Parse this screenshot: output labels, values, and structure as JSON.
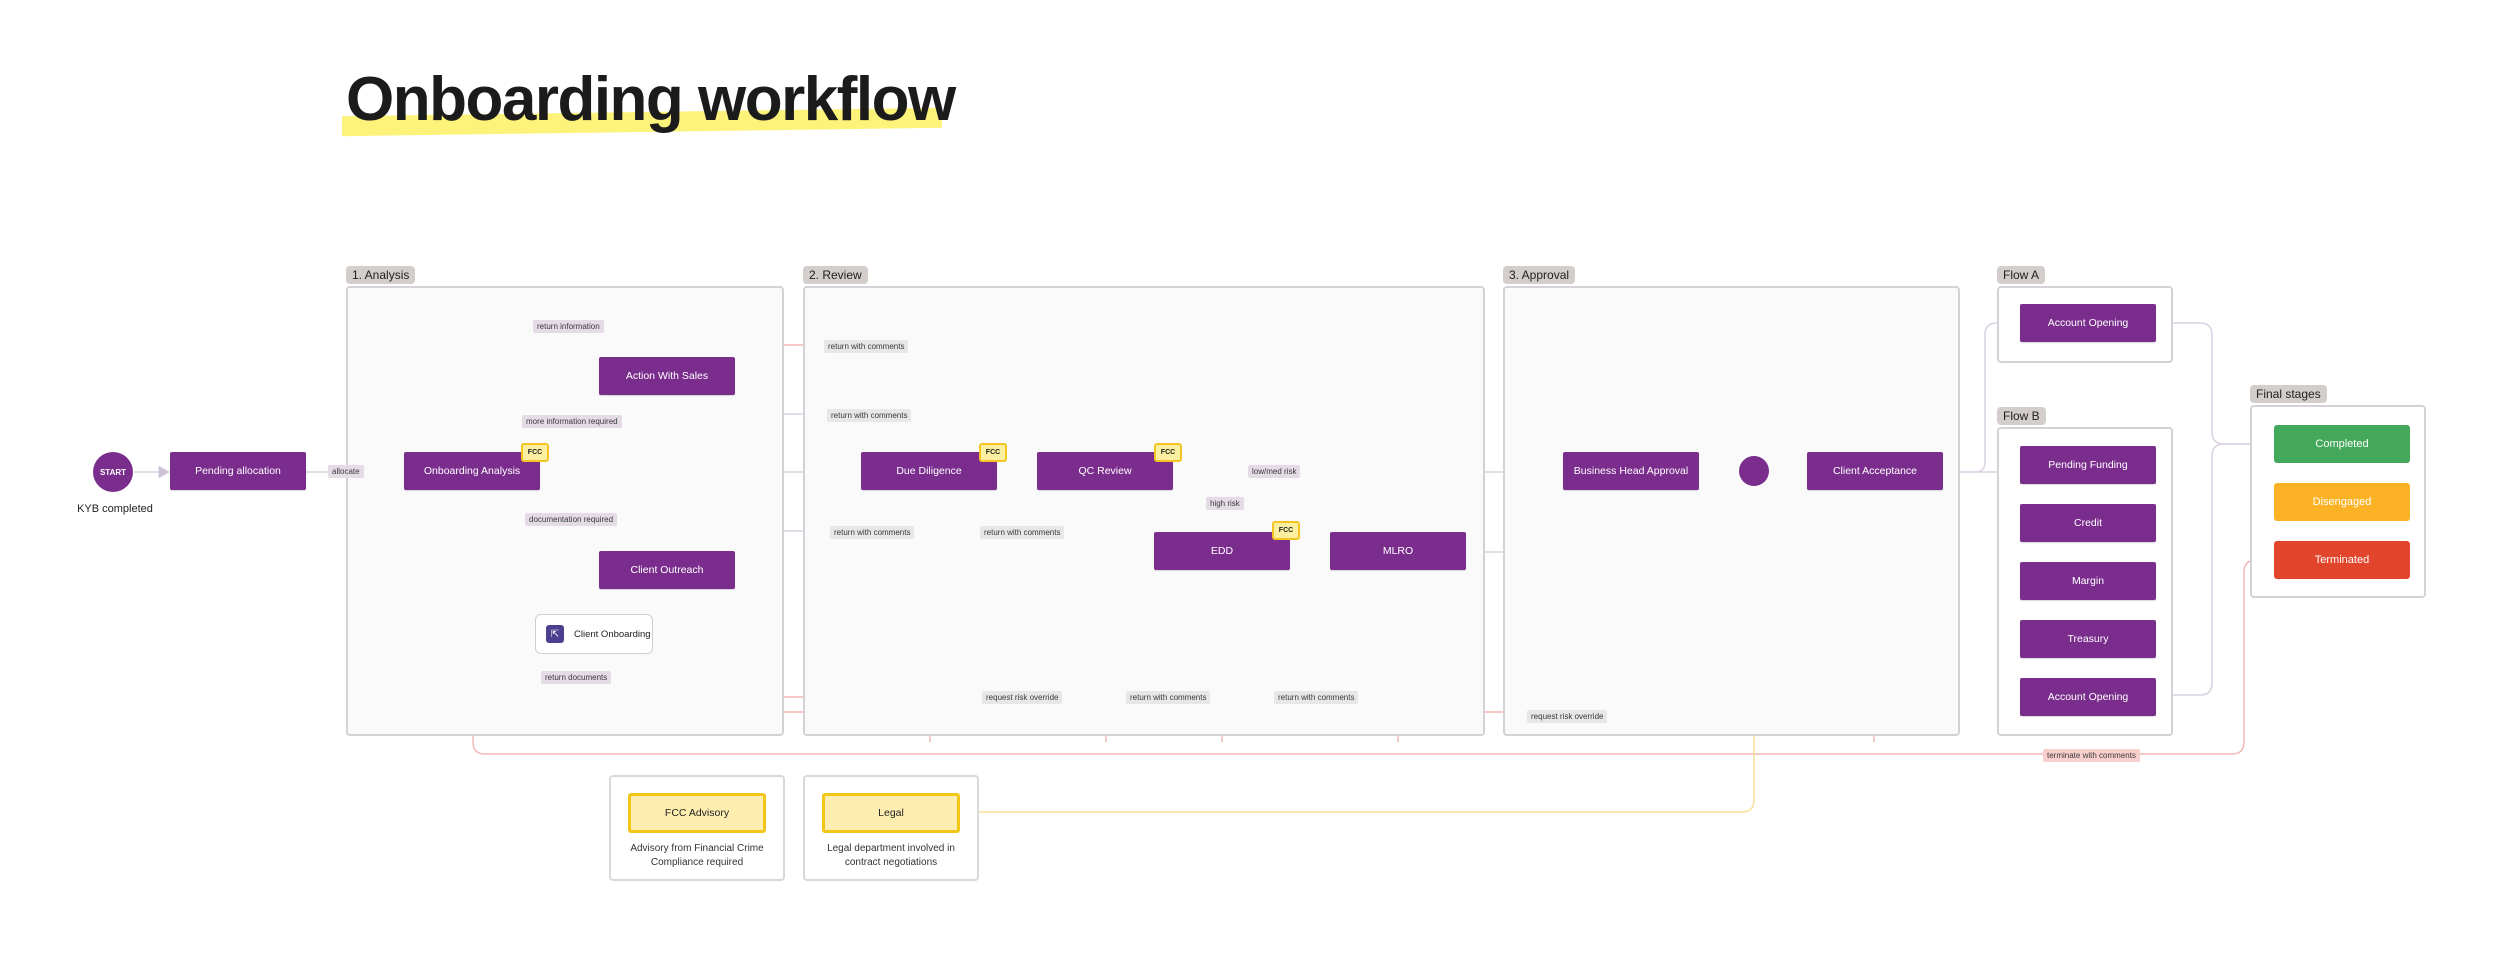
{
  "title": "Onboarding workflow",
  "start": {
    "label": "START",
    "caption": "KYB completed"
  },
  "sections": {
    "analysis": "1. Analysis",
    "review": "2. Review",
    "approval": "3. Approval",
    "flow_a": "Flow A",
    "flow_b": "Flow B",
    "final": "Final stages"
  },
  "nodes": {
    "pending_allocation": "Pending allocation",
    "onboarding_analysis": "Onboarding Analysis",
    "action_with_sales": "Action With Sales",
    "client_outreach": "Client Outreach",
    "client_onboarding": "Client Onboarding",
    "due_diligence": "Due Diligence",
    "qc_review": "QC Review",
    "edd": "EDD",
    "mlro": "MLRO",
    "business_head_approval": "Business Head Approval",
    "client_acceptance": "Client Acceptance",
    "flow_a_account_opening": "Account Opening",
    "pending_funding": "Pending Funding",
    "credit": "Credit",
    "margin": "Margin",
    "treasury": "Treasury",
    "flow_b_account_opening": "Account Opening"
  },
  "final_stages": [
    {
      "label": "Completed",
      "color": "#44a85a"
    },
    {
      "label": "Disengaged",
      "color": "#fbb225"
    },
    {
      "label": "Terminated",
      "color": "#e1452c"
    }
  ],
  "fcc_badge": "FCC",
  "edge_labels": {
    "allocate": "allocate",
    "return_information": "return information",
    "more_information_required": "more information required",
    "documentation_required": "documentation required",
    "return_documents": "return documents",
    "return_with_comments_1": "return with comments",
    "return_with_comments_2": "return with comments",
    "return_with_comments_3": "return with comments",
    "return_with_comments_4": "return with comments",
    "return_with_comments_5": "return with comments",
    "return_with_comments_6": "return with comments",
    "low_med_risk": "low/med risk",
    "high_risk": "high risk",
    "request_risk_override_1": "request risk override",
    "request_risk_override_2": "request risk override",
    "terminate_with_comments": "terminate with comments"
  },
  "legend": {
    "fcc_advisory": {
      "title": "FCC Advisory",
      "desc": "Advisory from Financial Crime Compliance required"
    },
    "legal": {
      "title": "Legal",
      "desc": "Legal department involved in contract negotiations"
    }
  },
  "colors": {
    "node": "#7a2d8c",
    "section_border": "#d4d2d6",
    "edge_normal": "#d9cfe0",
    "edge_return": "#f3b1ae",
    "edge_legal": "#f9d98a",
    "highlight": "#fdf37a"
  }
}
